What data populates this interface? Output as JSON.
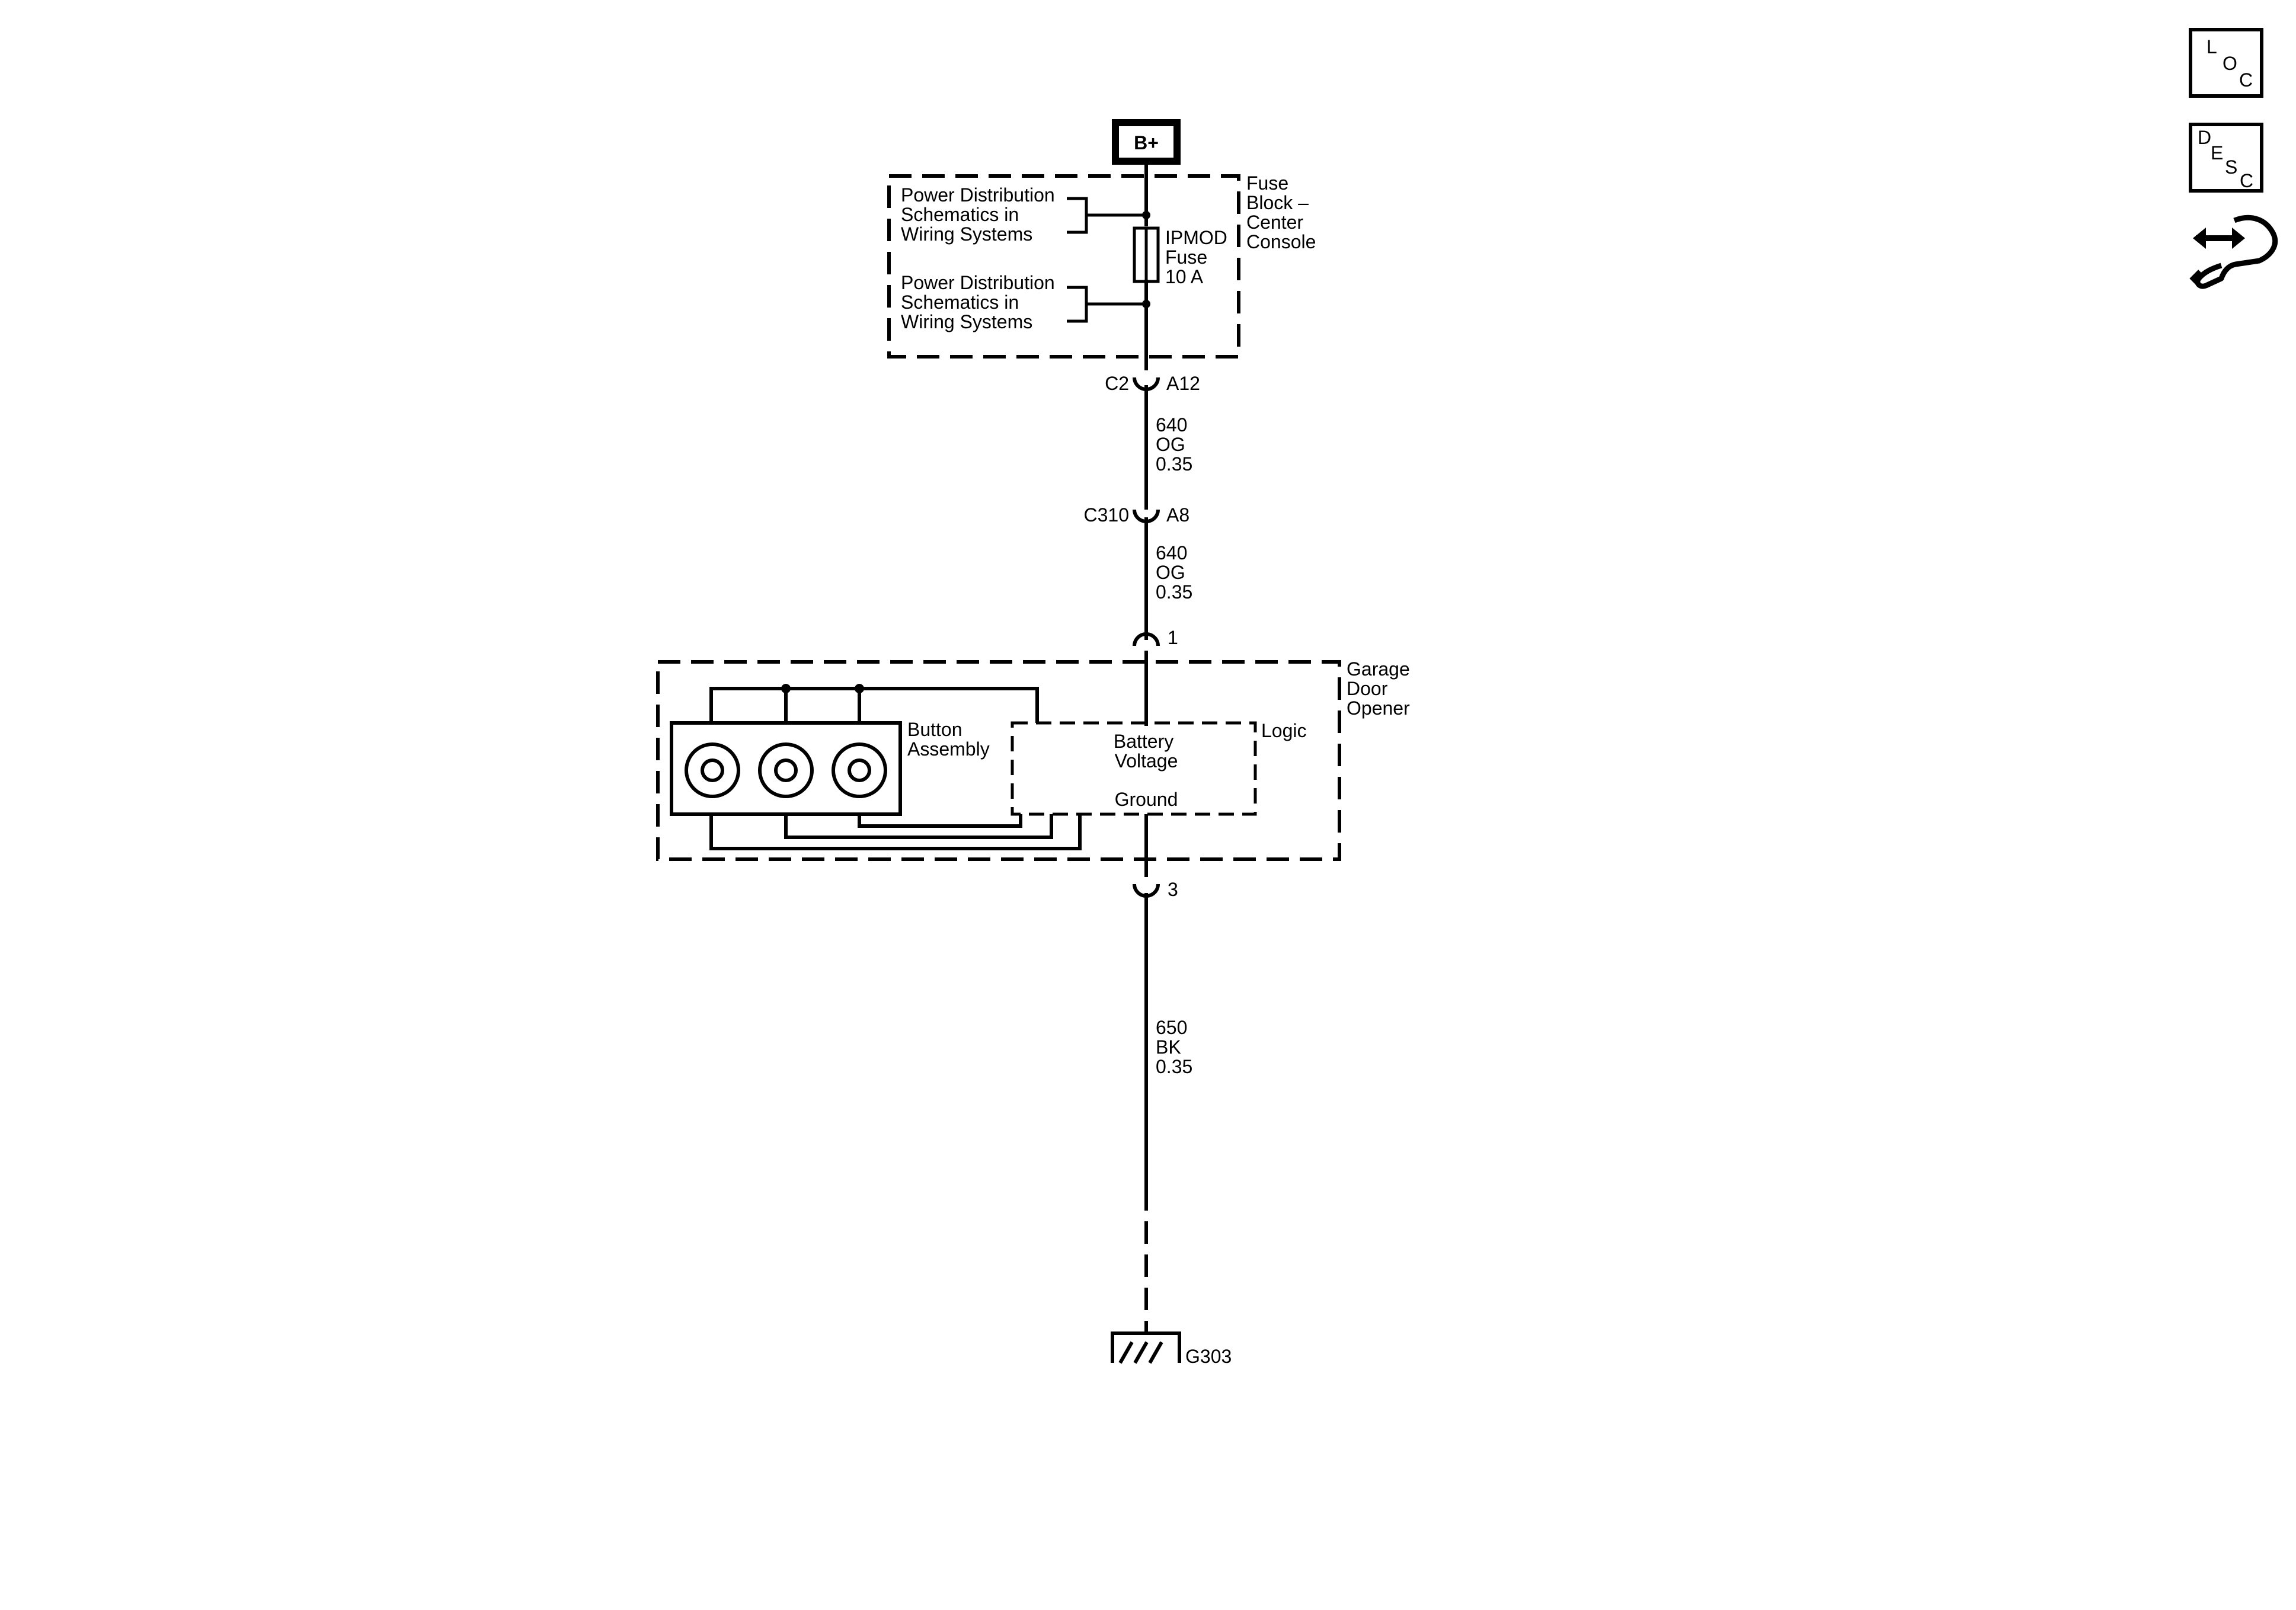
{
  "power": {
    "label": "B+"
  },
  "fuse_block": {
    "name_lines": [
      "Fuse",
      "Block –",
      "Center",
      "Console"
    ],
    "ref_upper": [
      "Power Distribution",
      "Schematics in",
      "Wiring  Systems"
    ],
    "ref_lower": [
      "Power Distribution",
      "Schematics in",
      "Wiring  Systems"
    ],
    "fuse_lines": [
      "IPMOD",
      "Fuse",
      "10 A"
    ]
  },
  "connectors": {
    "c2": {
      "name": "C2",
      "pin": "A12"
    },
    "c310": {
      "name": "C310",
      "pin": "A8"
    },
    "gdo_pin_1": "1",
    "gdo_pin_3": "3"
  },
  "wires": {
    "w1": [
      "640",
      "OG",
      "0.35"
    ],
    "w2": [
      "640",
      "OG",
      "0.35"
    ],
    "w3": [
      "650",
      "BK",
      "0.35"
    ]
  },
  "garage_door_opener": {
    "name_lines": [
      "Garage",
      "Door",
      "Opener"
    ],
    "button_assembly": [
      "Button",
      "Assembly"
    ],
    "logic": "Logic",
    "battery_voltage": [
      "Battery",
      "Voltage"
    ],
    "ground": "Ground"
  },
  "ground": {
    "label": "G303"
  },
  "side_icons": {
    "loc": {
      "icon": "loc-icon",
      "letters": [
        "L",
        "O",
        "C"
      ]
    },
    "desc": {
      "icon": "desc-icon",
      "letters": [
        "D",
        "E",
        "S",
        "C"
      ]
    },
    "connector_tool": {
      "icon": "connector-wrench-icon"
    }
  }
}
